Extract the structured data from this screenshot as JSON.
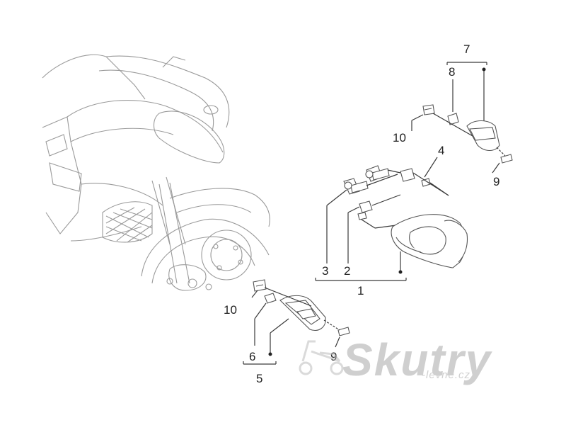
{
  "callouts": {
    "c1": "1",
    "c2": "2",
    "c3": "3",
    "c4": "4",
    "c5": "5",
    "c6": "6",
    "c7": "7",
    "c8": "8",
    "c9a": "9",
    "c9b": "9",
    "c10a": "10",
    "c10b": "10"
  },
  "watermark": {
    "main": "Skutry",
    "sub": "-levne.cz"
  },
  "colors": {
    "line": "#3a3a3a",
    "parts": "#555555",
    "motorcycle": "#9a9a9a",
    "watermark": "#cfcfcf"
  }
}
